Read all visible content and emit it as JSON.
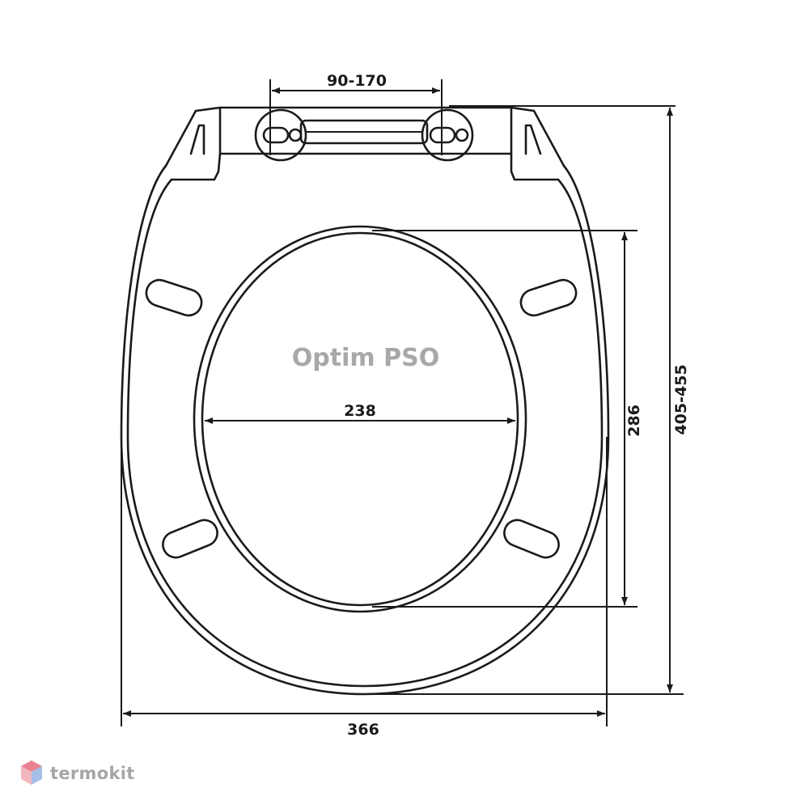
{
  "model_label": "Optim PSO",
  "dimensions": {
    "hinge_spacing": "90-170",
    "opening_width": "238",
    "opening_length": "286",
    "seat_length": "405-455",
    "seat_width": "366"
  },
  "brand": {
    "name": "termokit",
    "logo_icon": "cube-logo-icon",
    "colors": {
      "top": "#e8828f",
      "left": "#f2b6be",
      "right": "#a7bee8"
    }
  }
}
